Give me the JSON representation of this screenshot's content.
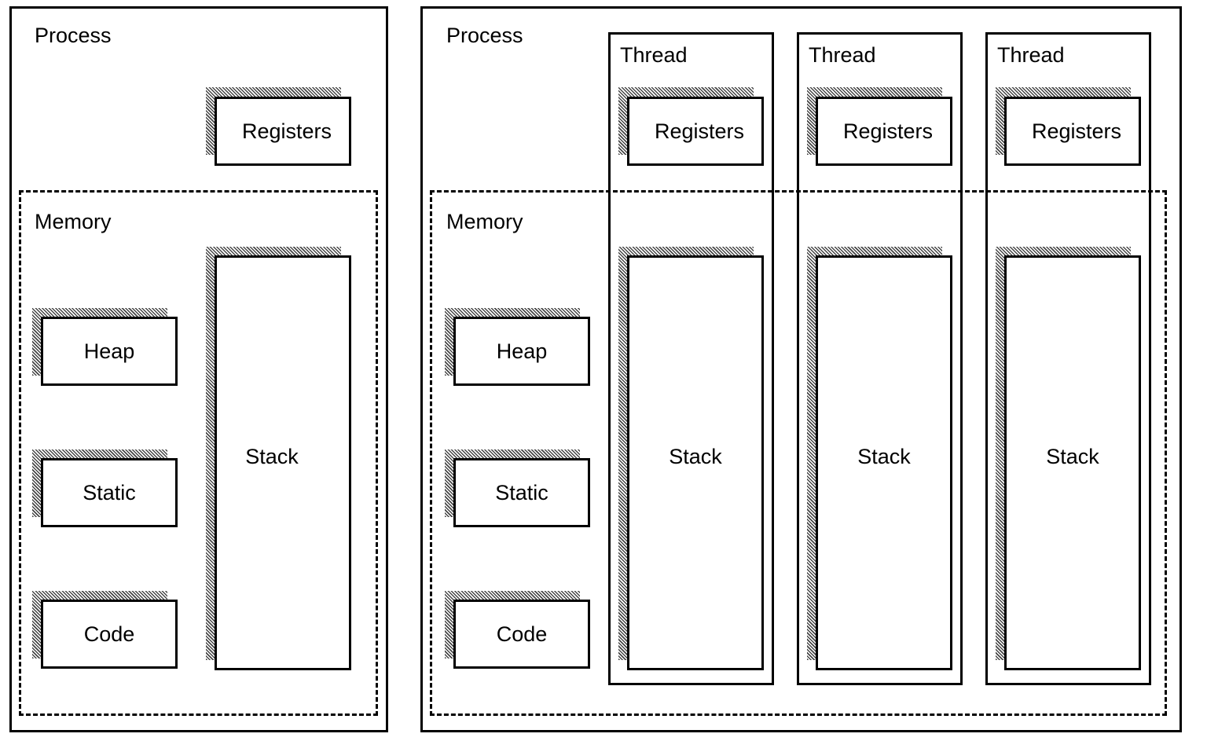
{
  "left_process": {
    "label": "Process",
    "registers": "Registers",
    "memory_label": "Memory",
    "heap": "Heap",
    "static": "Static",
    "code": "Code",
    "stack": "Stack"
  },
  "right_process": {
    "label": "Process",
    "memory_label": "Memory",
    "heap": "Heap",
    "static": "Static",
    "code": "Code",
    "threads": [
      {
        "label": "Thread",
        "registers": "Registers",
        "stack": "Stack"
      },
      {
        "label": "Thread",
        "registers": "Registers",
        "stack": "Stack"
      },
      {
        "label": "Thread",
        "registers": "Registers",
        "stack": "Stack"
      }
    ]
  }
}
